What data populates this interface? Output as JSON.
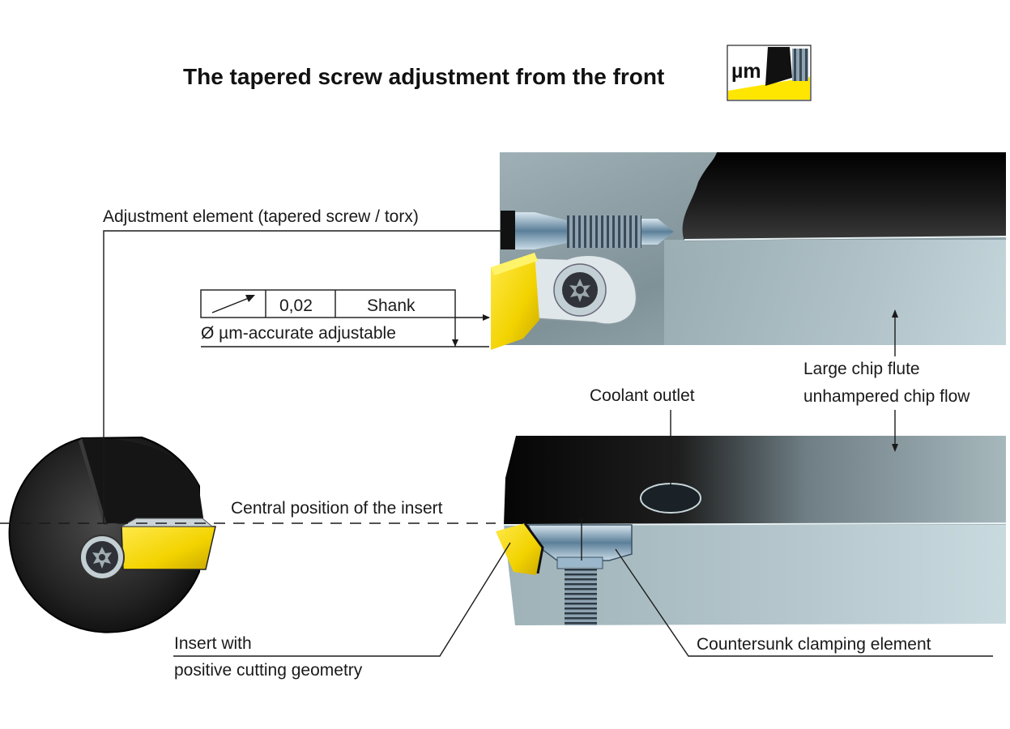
{
  "title": "The tapered screw adjustment from the front",
  "badge": {
    "text": "µm",
    "accent_color": "#ffe600"
  },
  "labels": {
    "adjustment_element": "Adjustment element (tapered screw / torx)",
    "tolerance_value": "0,02",
    "tolerance_datum": "Shank",
    "diameter_note": "Ø µm-accurate adjustable",
    "large_chip_flute": "Large chip flute",
    "unhampered_chip_flow": "unhampered chip flow",
    "coolant_outlet": "Coolant outlet",
    "central_position": "Central position of the insert",
    "insert_line1": "Insert with",
    "insert_line2": "positive cutting geometry",
    "countersunk": "Countersunk clamping element"
  },
  "icons": [
    "runout-arrow-icon",
    "torx-screw-icon",
    "micron-badge-icon"
  ],
  "colors": {
    "insert_yellow": "#f2d300",
    "body_grey": "#8fa1a7",
    "dark_steel": "#1b1b1b"
  }
}
